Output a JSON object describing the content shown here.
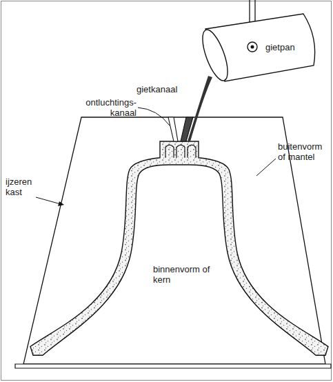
{
  "diagram": {
    "labels": [
      "gietkanaal",
      "ontluchtings- kanaal",
      "gietpan",
      "buitenvorm of mantel",
      "ijzeren kast",
      "binnenvorm of kern"
    ]
  }
}
